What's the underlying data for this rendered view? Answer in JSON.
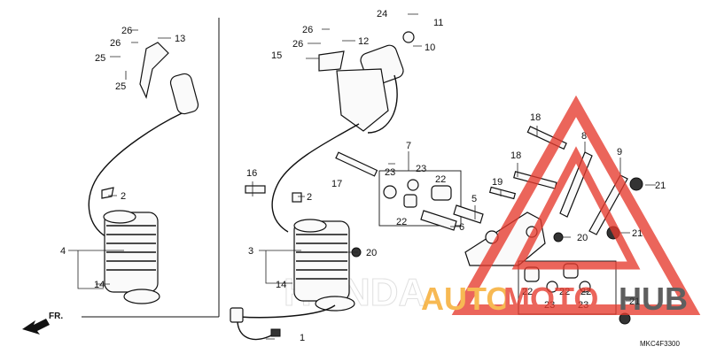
{
  "callouts": {
    "c1": "1",
    "c2a": "2",
    "c2b": "2",
    "c3": "3",
    "c4": "4",
    "c5": "5",
    "c6": "6",
    "c7": "7",
    "c8": "8",
    "c9": "9",
    "c10": "10",
    "c11": "11",
    "c12": "12",
    "c13": "13",
    "c14a": "14",
    "c14b": "14",
    "c15": "15",
    "c16": "16",
    "c17": "17",
    "c18a": "18",
    "c18b": "18",
    "c19": "19",
    "c20a": "20",
    "c20b": "20",
    "c21a": "21",
    "c21b": "21",
    "c21c": "21",
    "c22a": "22",
    "c22b": "22",
    "c22c": "22",
    "c22d": "22",
    "c22e": "22",
    "c23a": "23",
    "c23b": "23",
    "c23c": "23",
    "c23d": "23",
    "c24": "24",
    "c25a": "25",
    "c25b": "25",
    "c26a": "26",
    "c26b": "26",
    "c26c": "26",
    "c26d": "26"
  },
  "direction_label": "FR.",
  "diagram_code": "MKC4F3300",
  "watermark": {
    "text_orange": "AUTO",
    "text_red": "MOTO",
    "text_dark": "HUB",
    "brand_colors": {
      "red": "#e63a2e",
      "orange": "#f5a623",
      "dark": "#333333"
    }
  },
  "background_brand": "HONDA"
}
